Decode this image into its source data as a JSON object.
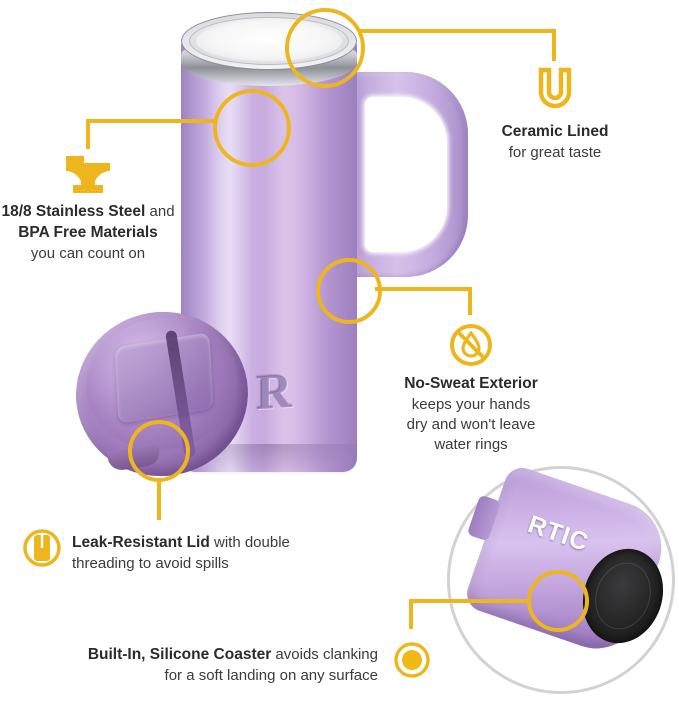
{
  "product": {
    "brand": "RTIC",
    "emboss_letter": "R",
    "colors": {
      "accent_gold": "#EDB61F",
      "body_purple": "#C4A6DD",
      "lid_purple": "#A884C4",
      "steel_silver": "#BABBC2",
      "ceramic_white": "#F6F6F7",
      "coaster_black": "#232324",
      "inset_border_gray": "#D2D2D4",
      "text_dark": "#2B2B2B"
    }
  },
  "features": {
    "steel": {
      "icon": "anvil-icon",
      "title_bold": "18/8 Stainless Steel",
      "title_rest": " and",
      "title_line2": "BPA Free Materials",
      "subtitle": "you can count on"
    },
    "ceramic": {
      "icon": "u-magnet-icon",
      "title": "Ceramic Lined",
      "subtitle": "for great taste"
    },
    "nosweat": {
      "icon": "no-water-drop-icon",
      "title": "No-Sweat Exterior",
      "subtitle_line1": "keeps your hands",
      "subtitle_line2": "dry and won't leave",
      "subtitle_line3": "water rings"
    },
    "lid": {
      "icon": "lid-circle-icon",
      "title_bold": "Leak-Resistant Lid",
      "title_rest": " with double",
      "subtitle": "threading to avoid spills"
    },
    "coaster": {
      "icon": "ring-donut-icon",
      "title_bold": "Built-In, Silicone Coaster",
      "title_rest": " avoids clanking",
      "subtitle": "for a soft landing on any surface"
    }
  }
}
